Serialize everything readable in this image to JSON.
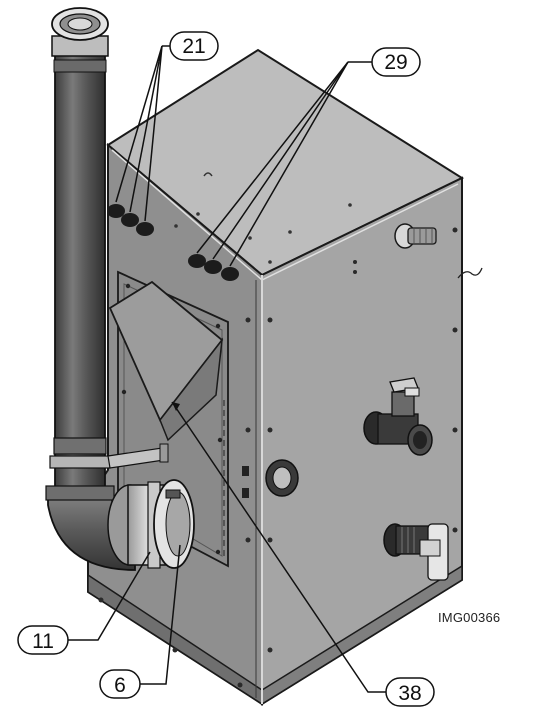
{
  "figure_id": "IMG00366",
  "callouts": {
    "c21": "21",
    "c29": "29",
    "c11": "11",
    "c6": "6",
    "c38": "38"
  },
  "colors": {
    "cabinet_front": "#8e8e8e",
    "cabinet_side": "#a3a3a3",
    "cabinet_top": "#bcbcbc",
    "pipe": "#5e5e5e",
    "outline": "#1a1a1a"
  }
}
